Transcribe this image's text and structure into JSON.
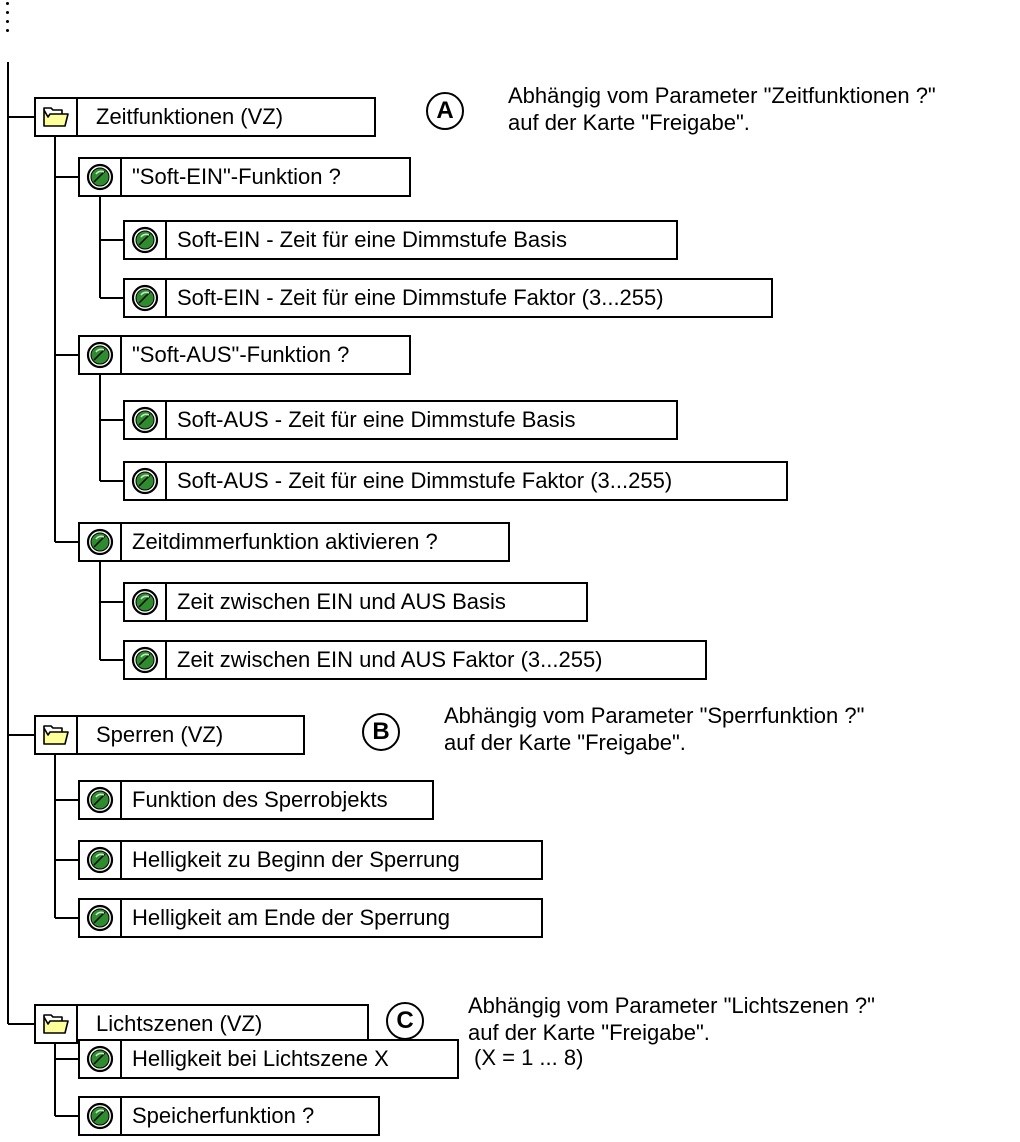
{
  "nodes": [
    {
      "label": "Zeitfunktionen (VZ)",
      "kind": "folder"
    },
    {
      "label": "\"Soft-EIN\"-Funktion ?",
      "kind": "param"
    },
    {
      "label": "Soft-EIN - Zeit für eine Dimmstufe Basis",
      "kind": "param"
    },
    {
      "label": "Soft-EIN - Zeit für eine Dimmstufe Faktor (3...255)",
      "kind": "param"
    },
    {
      "label": "\"Soft-AUS\"-Funktion ?",
      "kind": "param"
    },
    {
      "label": "Soft-AUS - Zeit für eine Dimmstufe Basis",
      "kind": "param"
    },
    {
      "label": "Soft-AUS - Zeit für eine Dimmstufe Faktor (3...255)",
      "kind": "param"
    },
    {
      "label": "Zeitdimmerfunktion aktivieren ?",
      "kind": "param"
    },
    {
      "label": "Zeit zwischen EIN und AUS Basis",
      "kind": "param"
    },
    {
      "label": "Zeit zwischen EIN und AUS Faktor (3...255)",
      "kind": "param"
    },
    {
      "label": "Sperren (VZ)",
      "kind": "folder"
    },
    {
      "label": "Funktion des Sperrobjekts",
      "kind": "param"
    },
    {
      "label": "Helligkeit zu Beginn der Sperrung",
      "kind": "param"
    },
    {
      "label": "Helligkeit am Ende der Sperrung",
      "kind": "param"
    },
    {
      "label": "Lichtszenen (VZ)",
      "kind": "folder"
    },
    {
      "label": "Helligkeit bei Lichtszene X",
      "kind": "param"
    },
    {
      "label": "Speicherfunktion ?",
      "kind": "param"
    }
  ],
  "badges": [
    {
      "letter": "A",
      "note_line1": "Abhängig vom Parameter \"Zeitfunktionen ?\"",
      "note_line2": "auf der Karte \"Freigabe\"."
    },
    {
      "letter": "B",
      "note_line1": "Abhängig vom Parameter \"Sperrfunktion ?\"",
      "note_line2": "auf der Karte \"Freigabe\"."
    },
    {
      "letter": "C",
      "note_line1": "Abhängig vom Parameter \"Lichtszenen ?\"",
      "note_line2": "auf der Karte \"Freigabe\"."
    }
  ],
  "range_note": "(X = 1 ... 8)",
  "icons": {
    "folder": "folder-icon",
    "param": "parameter-icon"
  },
  "colors": {
    "folder_fill": "#ffff99",
    "param_fill": "#2e8b2e",
    "line": "#000000"
  }
}
